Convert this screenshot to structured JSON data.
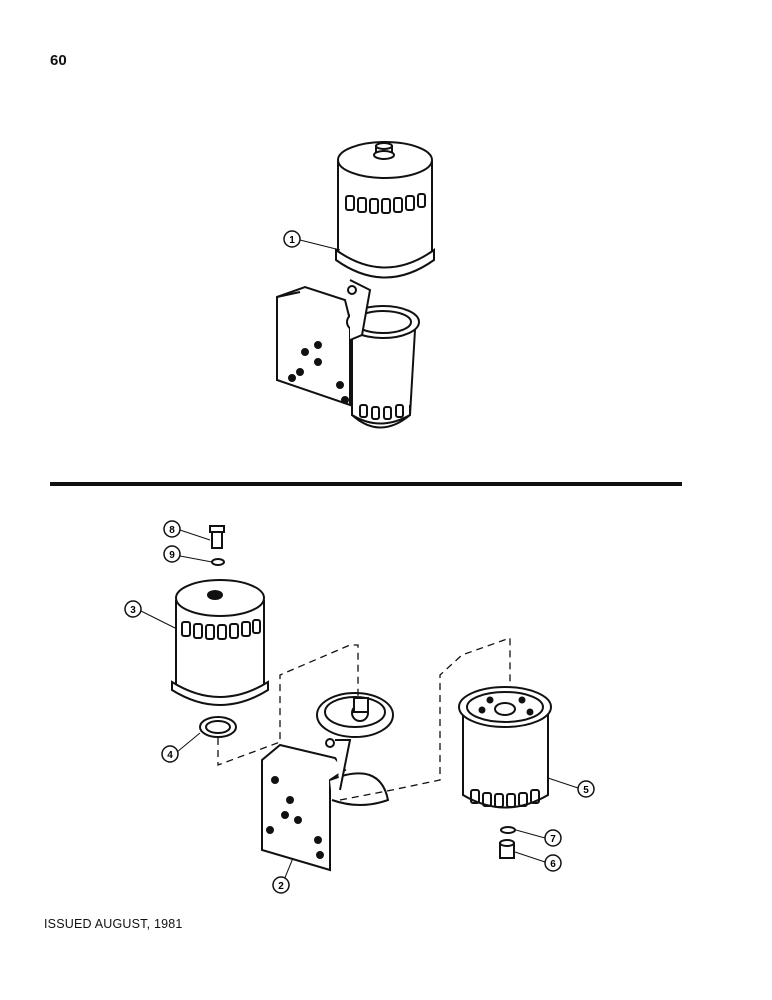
{
  "page": {
    "number": "60",
    "issued": "ISSUED AUGUST, 1981"
  },
  "callouts": [
    {
      "id": "1",
      "label": "1"
    },
    {
      "id": "2",
      "label": "2"
    },
    {
      "id": "3",
      "label": "3"
    },
    {
      "id": "4",
      "label": "4"
    },
    {
      "id": "5",
      "label": "5"
    },
    {
      "id": "6",
      "label": "6"
    },
    {
      "id": "7",
      "label": "7"
    },
    {
      "id": "8",
      "label": "8"
    },
    {
      "id": "9",
      "label": "9"
    }
  ],
  "colors": {
    "ink": "#111111",
    "paper": "#ffffff"
  }
}
